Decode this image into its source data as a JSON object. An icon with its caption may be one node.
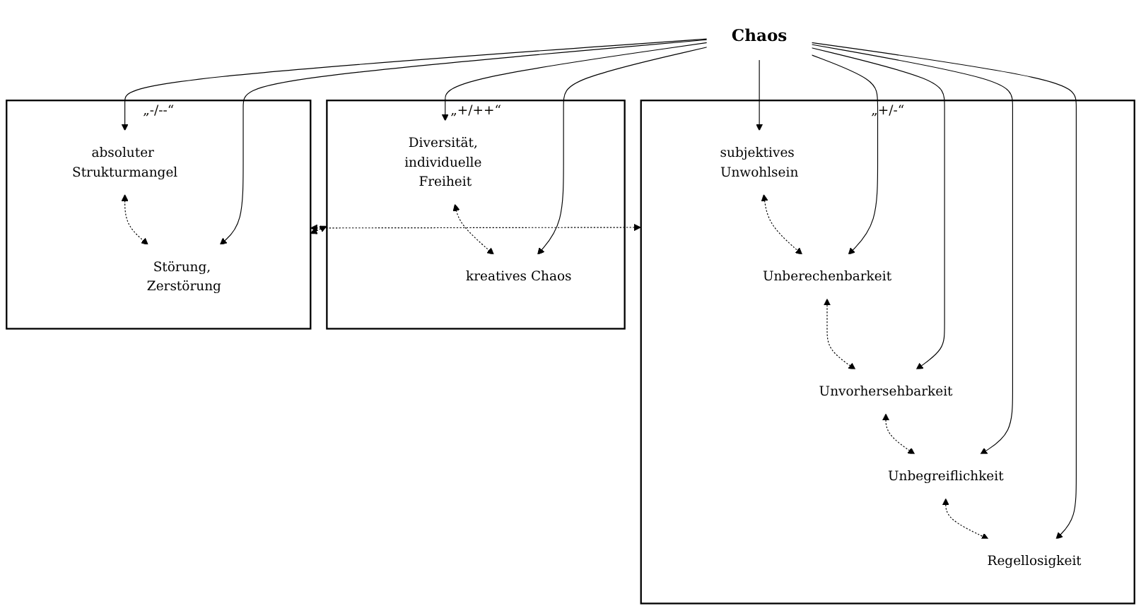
{
  "diagram": {
    "nodes": [
      {
        "text": [
          "„+/-“"
        ]
      },
      {
        "text": [
          "subjektives Unwohlsein"
        ],
        "in": 0
      },
      {
        "text": [
          "Unberechenbarkeit"
        ],
        "in": 0
      },
      {
        "text": [
          "Unvorhersehbarkeit"
        ],
        "in": 0
      },
      {
        "text": [
          "Unbegreiflichkeit"
        ],
        "in": 0
      },
      {
        "text": [
          "Regellosigkeit"
        ],
        "in": 0
      },
      {
        "text": [
          "Chaos"
        ]
      },
      {
        "text": [
          "„+/++“"
        ]
      },
      {
        "text": [
          "Diversität, individuelle Freiheit"
        ],
        "in": 7
      },
      {
        "text": [
          "kreatives Chaos"
        ],
        "in": 7
      },
      {
        "text": [
          "„-/--“"
        ]
      },
      {
        "text": [
          "Störung, Zerstörung"
        ],
        "in": 10
      },
      {
        "text": [
          "absoluter Strukturmangel"
        ],
        "in": 10
      }
    ],
    "edges": [
      {
        "from": 6,
        "to": 1,
        "arrow": "to"
      },
      {
        "from": 6,
        "to": 2,
        "arrow": "to"
      },
      {
        "from": 6,
        "to": 3,
        "arrow": "to"
      },
      {
        "from": 6,
        "to": 4,
        "arrow": "to"
      },
      {
        "from": 6,
        "to": 5,
        "arrow": "to"
      },
      {
        "from": 6,
        "to": 12,
        "arrow": "to"
      },
      {
        "from": 6,
        "to": 8,
        "arrow": "to"
      },
      {
        "from": 6,
        "to": 9,
        "arrow": "to"
      },
      {
        "from": 6,
        "to": 11,
        "arrow": "to"
      },
      {
        "from": 1,
        "to": 2,
        "arrow": "both",
        "style": "dashed"
      },
      {
        "from": 2,
        "to": 3,
        "arrow": "both",
        "style": "dashed"
      },
      {
        "from": 3,
        "to": 4,
        "arrow": "both",
        "style": "dashed"
      },
      {
        "from": 4,
        "to": 5,
        "arrow": "both",
        "style": "dashed"
      },
      {
        "from": 0,
        "to": 10,
        "arrow": "both",
        "style": "dashed"
      },
      {
        "from": 12,
        "to": 11,
        "arrow": "both",
        "style": "dashed"
      },
      {
        "from": 8,
        "to": 9,
        "arrow": "both",
        "style": "dashed"
      },
      {
        "from": 7,
        "to": 10,
        "arrow": "both",
        "style": "dashed"
      }
    ]
  }
}
